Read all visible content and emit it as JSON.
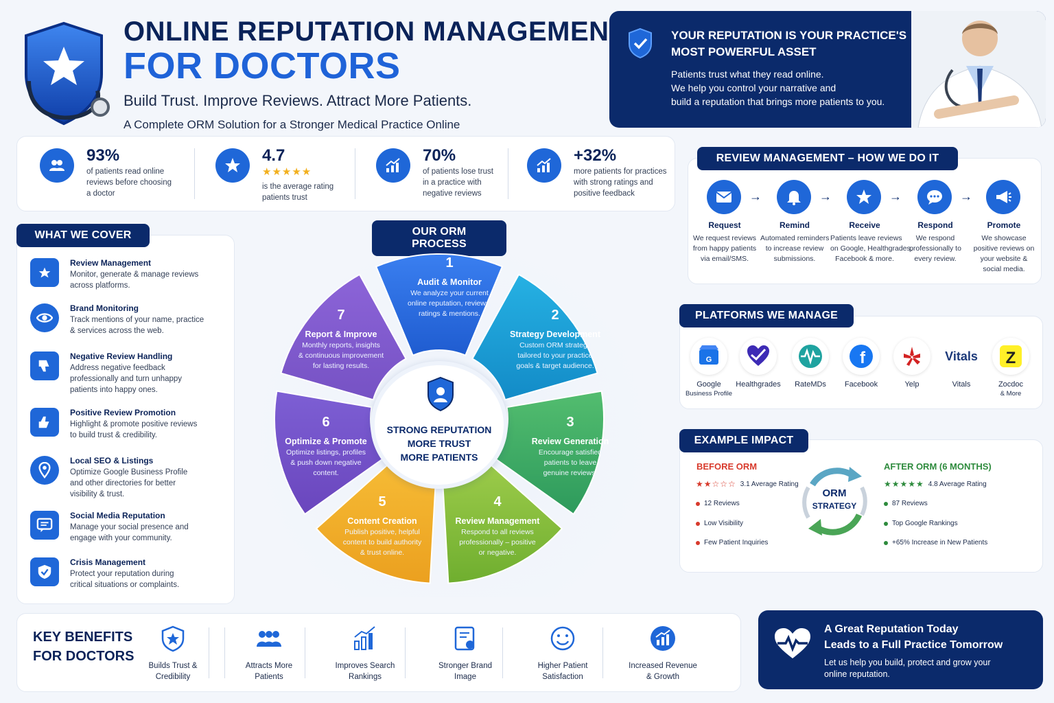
{
  "header": {
    "title_line1": "ONLINE REPUTATION MANAGEMENT",
    "title_line2": "FOR DOCTORS",
    "tagline": "Build Trust. Improve Reviews. Attract More Patients.",
    "subtitle": "A Complete ORM Solution for a Stronger Medical Practice Online"
  },
  "hero": {
    "title_line1": "YOUR REPUTATION IS YOUR PRACTICE'S",
    "title_line2": "MOST POWERFUL ASSET",
    "body_line1": "Patients trust what they read online.",
    "body_line2": "We help you control your narrative and",
    "body_line3": "build a reputation that brings more patients to you."
  },
  "stats": [
    {
      "value": "93%",
      "l1": "of patients read online",
      "l2": "reviews before choosing",
      "l3": "a doctor",
      "icon": "users-icon"
    },
    {
      "value": "4.7",
      "stars": "★★★★★",
      "l1": "is the average rating",
      "l2": "patients trust",
      "l3": "",
      "icon": "star-icon"
    },
    {
      "value": "70%",
      "l1": "of patients lose trust",
      "l2": "in a practice with",
      "l3": "negative reviews",
      "icon": "chart-icon"
    },
    {
      "value": "+32%",
      "l1": "more patients for practices",
      "l2": "with strong ratings and",
      "l3": "positive feedback",
      "icon": "chart-icon"
    }
  ],
  "cover": {
    "title": "WHAT WE COVER",
    "items": [
      {
        "title": "Review Management",
        "l1": "Monitor, generate & manage reviews",
        "l2": "across platforms.",
        "l3": "",
        "icon": "star-badge-icon"
      },
      {
        "title": "Brand Monitoring",
        "l1": "Track mentions of your name, practice",
        "l2": "& services across the web.",
        "l3": "",
        "icon": "eye-icon"
      },
      {
        "title": "Negative Review Handling",
        "l1": "Address negative feedback",
        "l2": "professionally and turn unhappy",
        "l3": "patients into happy ones.",
        "icon": "thumbs-down-icon"
      },
      {
        "title": "Positive Review Promotion",
        "l1": "Highlight & promote positive reviews",
        "l2": "to build trust & credibility.",
        "l3": "",
        "icon": "thumbs-up-icon"
      },
      {
        "title": "Local SEO & Listings",
        "l1": "Optimize Google Business Profile",
        "l2": "and other directories for better",
        "l3": "visibility & trust.",
        "icon": "location-pin-icon"
      },
      {
        "title": "Social Media Reputation",
        "l1": "Manage your social presence and",
        "l2": "engage with your community.",
        "l3": "",
        "icon": "chat-icon"
      },
      {
        "title": "Crisis Management",
        "l1": "Protect your reputation during",
        "l2": "critical situations or complaints.",
        "l3": "",
        "icon": "shield-check-icon"
      }
    ]
  },
  "process": {
    "title": "OUR ORM PROCESS",
    "center_l1": "STRONG REPUTATION",
    "center_l2": "MORE TRUST",
    "center_l3": "MORE PATIENTS",
    "steps": [
      {
        "num": "1",
        "title": "Audit & Monitor",
        "l1": "We analyze your current",
        "l2": "online reputation, reviews,",
        "l3": "ratings & mentions."
      },
      {
        "num": "2",
        "title": "Strategy Development",
        "l1": "Custom ORM strategy",
        "l2": "tailored to your practice",
        "l3": "goals & target audience."
      },
      {
        "num": "3",
        "title": "Review Generation",
        "l1": "Encourage satisfied",
        "l2": "patients to leave",
        "l3": "genuine reviews."
      },
      {
        "num": "4",
        "title": "Review Management",
        "l1": "Respond to all reviews",
        "l2": "professionally – positive",
        "l3": "or negative."
      },
      {
        "num": "5",
        "title": "Content Creation",
        "l1": "Publish positive, helpful",
        "l2": "content to build authority",
        "l3": "& trust online."
      },
      {
        "num": "6",
        "title": "Optimize & Promote",
        "l1": "Optimize listings, profiles",
        "l2": "& push down negative",
        "l3": "content."
      },
      {
        "num": "7",
        "title": "Report & Improve",
        "l1": "Monthly reports, insights",
        "l2": "& continuous improvement",
        "l3": "for lasting results."
      }
    ]
  },
  "review_mgmt": {
    "title": "REVIEW MANAGEMENT – HOW WE DO IT",
    "steps": [
      {
        "title": "Request",
        "l1": "We request reviews",
        "l2": "from happy patients",
        "l3": "via email/SMS.",
        "l4": "",
        "icon": "envelope-icon"
      },
      {
        "title": "Remind",
        "l1": "Automated reminders",
        "l2": "to increase review",
        "l3": "submissions.",
        "l4": "",
        "icon": "bell-icon"
      },
      {
        "title": "Receive",
        "l1": "Patients leave reviews",
        "l2": "on Google, Healthgrades,",
        "l3": "Facebook & more.",
        "l4": "",
        "icon": "star-icon"
      },
      {
        "title": "Respond",
        "l1": "We respond",
        "l2": "professionally to",
        "l3": "every review.",
        "l4": "",
        "icon": "chat-bubble-icon"
      },
      {
        "title": "Promote",
        "l1": "We showcase",
        "l2": "positive reviews on",
        "l3": "your website &",
        "l4": "social media.",
        "icon": "megaphone-icon"
      }
    ]
  },
  "platforms": {
    "title": "PLATFORMS WE MANAGE",
    "items": [
      {
        "l1": "Google",
        "l2": "Business Profile"
      },
      {
        "l1": "Healthgrades",
        "l2": ""
      },
      {
        "l1": "RateMDs",
        "l2": ""
      },
      {
        "l1": "Facebook",
        "l2": ""
      },
      {
        "l1": "Yelp",
        "l2": ""
      },
      {
        "l1": "Vitals",
        "l2": "",
        "logo": "vitals"
      },
      {
        "l1": "Zocdoc",
        "l2": "& More"
      }
    ]
  },
  "impact": {
    "title": "EXAMPLE IMPACT",
    "before_title": "BEFORE ORM",
    "after_title": "AFTER ORM (6 MONTHS)",
    "before_stars": "★★☆☆☆",
    "after_stars": "★★★★★",
    "before_items": [
      "3.1 Average Rating",
      "12 Reviews",
      "Low Visibility",
      "Few Patient Inquiries"
    ],
    "after_items": [
      "4.8 Average Rating",
      "87 Reviews",
      "Top Google Rankings",
      "+65% Increase in New Patients"
    ],
    "center_l1": "ORM",
    "center_l2": "STRATEGY"
  },
  "benefits": {
    "title_l1": "KEY BENEFITS",
    "title_l2": "FOR DOCTORS",
    "items": [
      {
        "l1": "Builds Trust &",
        "l2": "Credibility",
        "icon": "shield-star-icon"
      },
      {
        "l1": "Attracts More",
        "l2": "Patients",
        "icon": "group-icon"
      },
      {
        "l1": "Improves Search",
        "l2": "Rankings",
        "icon": "bar-chart-icon"
      },
      {
        "l1": "Stronger Brand",
        "l2": "Image",
        "icon": "brand-icon"
      },
      {
        "l1": "Higher Patient",
        "l2": "Satisfaction",
        "icon": "smiley-icon"
      },
      {
        "l1": "Increased Revenue",
        "l2": "& Growth",
        "icon": "growth-icon"
      }
    ]
  },
  "cta": {
    "l1": "A Great Reputation Today",
    "l2": "Leads to a Full Practice Tomorrow",
    "l3": "Let us help you build, protect and grow your",
    "l4": "online reputation."
  },
  "colors": {
    "navy": "#0b2a6b",
    "blue": "#1f67d8",
    "star": "#f2b01e",
    "red": "#d83a2c",
    "green": "#2e8b3d"
  }
}
